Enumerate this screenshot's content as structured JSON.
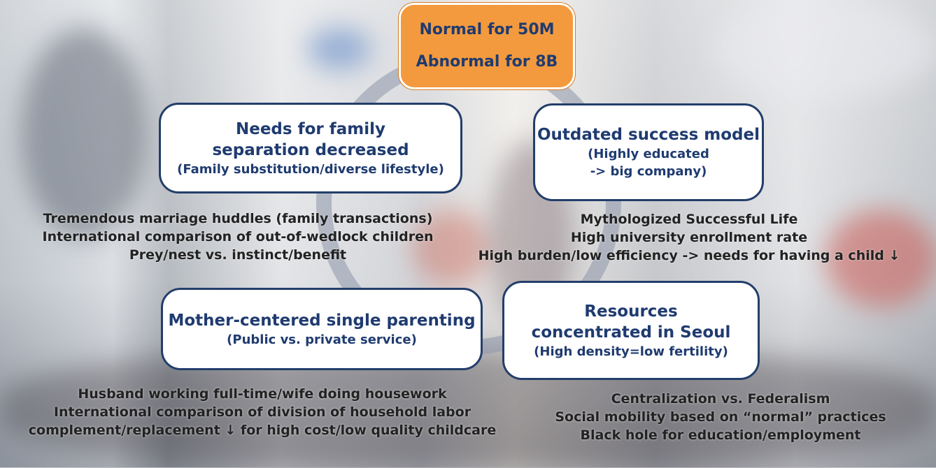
{
  "top": {
    "line1": "Normal for 50M",
    "line2": "Abnormal for 8B"
  },
  "family_box": {
    "line1": "Needs for family",
    "line2": "separation decreased",
    "line3": "(Family substitution/diverse lifestyle)"
  },
  "success_box": {
    "line1": "Outdated success model",
    "line2": "(Highly educated",
    "line3": "-> big company)"
  },
  "mother_box": {
    "line1": "Mother-centered single parenting",
    "line2": "(Public vs. private service)"
  },
  "seoul_box": {
    "line1": "Resources",
    "line2": "concentrated in Seoul",
    "line3": "(High density=low fertility)"
  },
  "family_notes": [
    "Tremendous marriage huddles (family transactions)",
    "International comparison of out-of-wedlock children",
    "Prey/nest vs. instinct/benefit"
  ],
  "success_notes": [
    "Mythologized Successful Life",
    "High university enrollment rate",
    "High burden/low efficiency -> needs for having a child ↓"
  ],
  "mother_notes": [
    "Husband working full-time/wife doing housework",
    "International comparison of division of household labor",
    "complement/replacement ↓ for high cost/low quality childcare"
  ],
  "seoul_notes": [
    "Centralization vs. Federalism",
    "Social mobility based on “normal” practices",
    "Black hole for education/employment"
  ],
  "colors": {
    "accent": "#f39a3e",
    "box_border": "#233e6b",
    "box_text": "#1f3b70"
  }
}
